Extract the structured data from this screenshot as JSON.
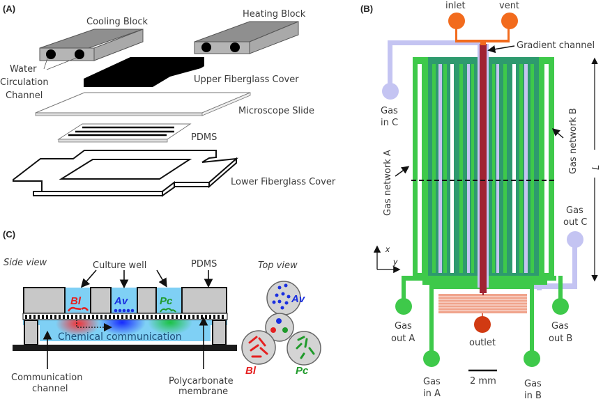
{
  "panels": {
    "A": {
      "label": "(A)",
      "cooling_block": "Cooling Block",
      "heating_block": "Heating Block",
      "water_line1": "Water",
      "water_line2": "Circulation",
      "water_line3": "Channel",
      "upper_cover": "Upper Fiberglass Cover",
      "slide": "Microscope Slide",
      "pdms": "PDMS",
      "lower_cover": "Lower Fiberglass Cover"
    },
    "B": {
      "label": "(B)",
      "inlet": "inlet",
      "vent": "vent",
      "gradient_channel": "Gradient channel",
      "gas_in_c_1": "Gas",
      "gas_in_c_2": "in C",
      "gas_network_a": "Gas network A",
      "gas_network_b": "Gas network B",
      "length": "L",
      "gas_out_c_1": "Gas",
      "gas_out_c_2": "out C",
      "axis_x": "x",
      "axis_y": "y",
      "gas_out_a_1": "Gas",
      "gas_out_a_2": "out A",
      "gas_out_b_1": "Gas",
      "gas_out_b_2": "out B",
      "outlet": "outlet",
      "gas_in_a_1": "Gas",
      "gas_in_a_2": "in A",
      "gas_in_b_1": "Gas",
      "gas_in_b_2": "in B",
      "scale": "2 mm"
    },
    "C": {
      "label": "(C)",
      "side_view": "Side view",
      "top_view": "Top view",
      "culture_well": "Culture well",
      "pdms": "PDMS",
      "bl": "Bl",
      "av": "Av",
      "pc": "Pc",
      "chemical": "Chemical communication",
      "comm_1": "Communication",
      "comm_2": "channel",
      "poly_1": "Polycarbonate",
      "poly_2": "membrane"
    }
  },
  "colors": {
    "green": "#3ec94a",
    "dark_green": "#2e9a6e",
    "lavender": "#c4c4f2",
    "red_channel": "#a02332",
    "orange": "#f26b1d",
    "outlet_red": "#d13a12",
    "serpentine": "#f0a48c",
    "fluid_blue": "#7fd0f5",
    "block_gray": "#c8c8c8",
    "bl_red": "#e52020",
    "av_blue": "#1a2fe0",
    "pc_green": "#1f9a2a"
  }
}
